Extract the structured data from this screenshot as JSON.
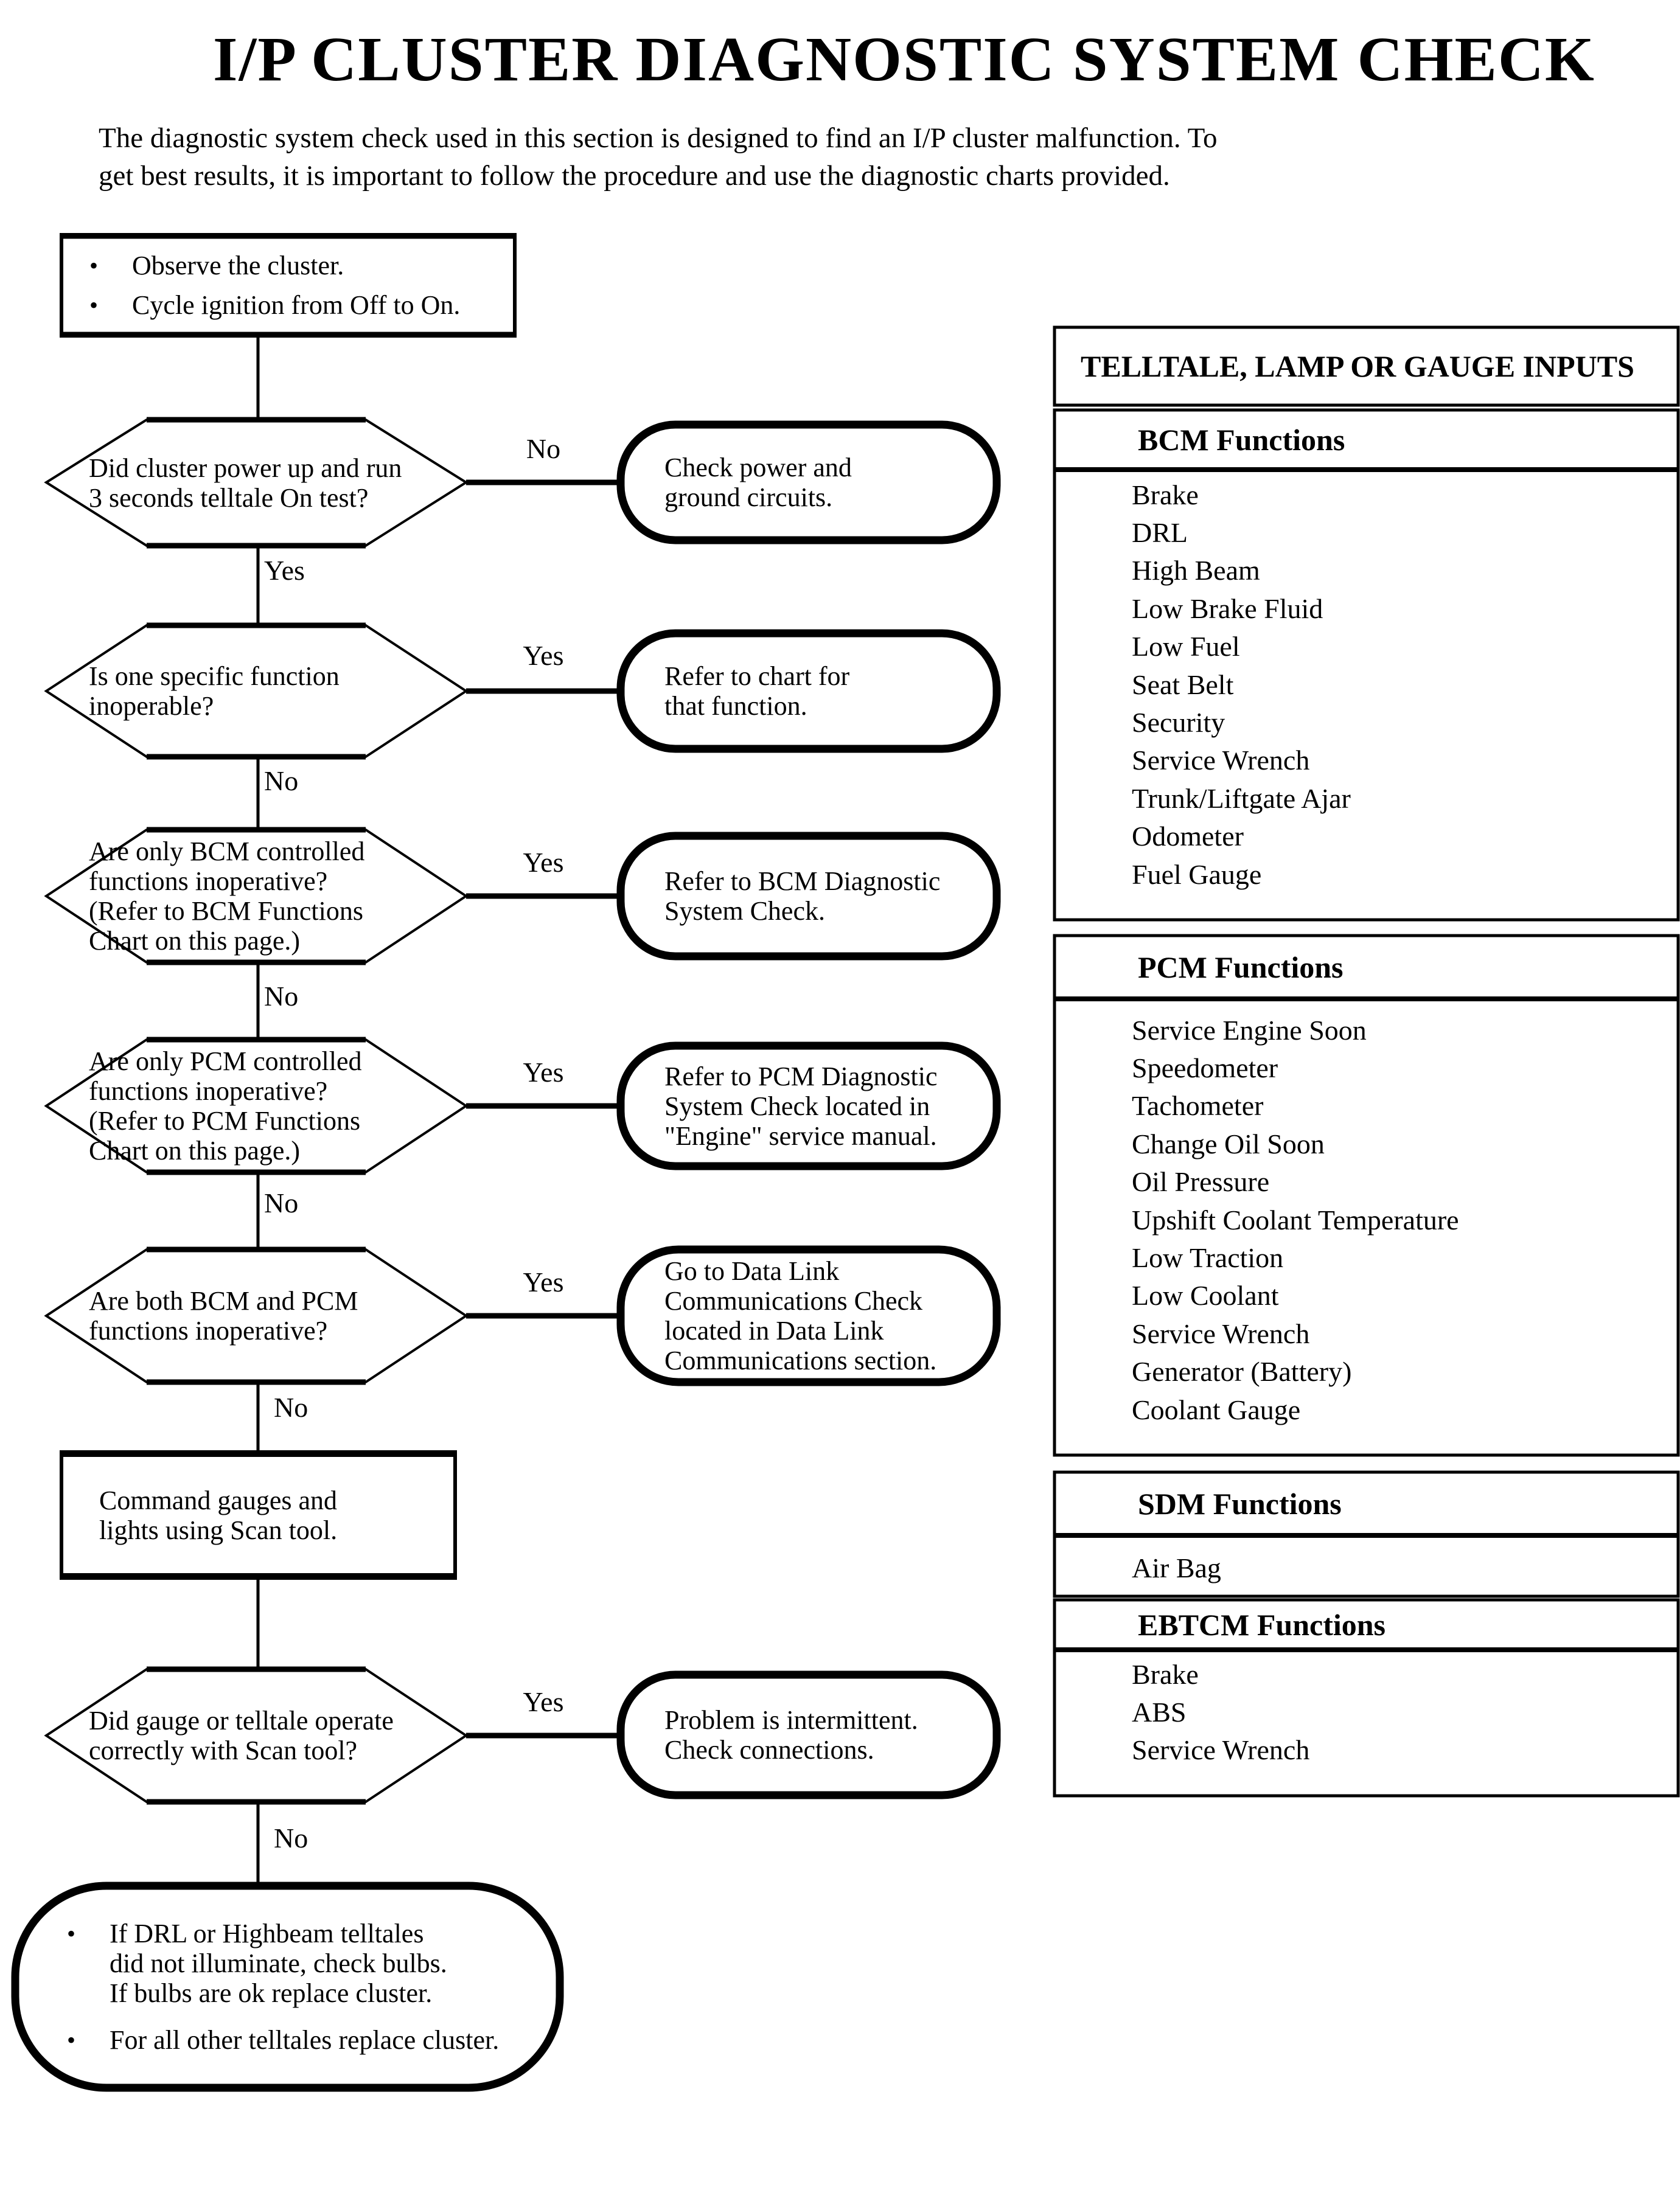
{
  "title": "I/P CLUSTER DIAGNOSTIC SYSTEM CHECK",
  "intro": {
    "line1": "The diagnostic system check used in this section is designed to find an I/P cluster malfunction. To",
    "line2": "get best results, it is important to follow the procedure and use the diagnostic charts provided."
  },
  "flow": {
    "start": {
      "bullet1": "Observe the cluster.",
      "bullet2": "Cycle ignition from Off to On."
    },
    "d1": {
      "question": "Did cluster power up and run\n3 seconds telltale On test?",
      "side_label": "No",
      "down_label": "Yes",
      "action": "Check power and\nground circuits."
    },
    "d2": {
      "question": "Is one specific function\ninoperable?",
      "side_label": "Yes",
      "down_label": "No",
      "action": "Refer to chart for\nthat function."
    },
    "d3": {
      "question": "Are only BCM controlled\nfunctions inoperative?\n(Refer to BCM Functions\nChart on this page.)",
      "side_label": "Yes",
      "down_label": "No",
      "action": "Refer to BCM Diagnostic\nSystem Check."
    },
    "d4": {
      "question": "Are only PCM controlled\nfunctions inoperative?\n(Refer to PCM Functions\nChart on this page.)",
      "side_label": "Yes",
      "down_label": "No",
      "action": "Refer to PCM Diagnostic\nSystem Check located in\n\"Engine\" service manual."
    },
    "d5": {
      "question": "Are both BCM and PCM\nfunctions inoperative?",
      "side_label": "Yes",
      "down_label": "No",
      "action": "Go to Data Link\nCommunications Check\nlocated in Data Link\nCommunications section."
    },
    "command": "Command gauges and\nlights using Scan tool.",
    "d6": {
      "question": "Did gauge or telltale operate\ncorrectly with Scan tool?",
      "side_label": "Yes",
      "down_label": "No",
      "action": "Problem is intermittent.\nCheck connections."
    },
    "final": {
      "bullet1": "If DRL or Highbeam telltales\ndid not illuminate, check bulbs.\nIf bulbs are ok replace cluster.",
      "bullet2": "For all other telltales replace cluster."
    }
  },
  "table": {
    "title": "TELLTALE, LAMP OR GAUGE INPUTS",
    "sections": [
      {
        "header": "BCM Functions",
        "items": [
          "Brake",
          "DRL",
          "High Beam",
          "Low Brake Fluid",
          "Low Fuel",
          "Seat Belt",
          "Security",
          "Service Wrench",
          "Trunk/Liftgate Ajar",
          "Odometer",
          "Fuel Gauge"
        ]
      },
      {
        "header": "PCM Functions",
        "items": [
          "Service Engine Soon",
          "Speedometer",
          "Tachometer",
          "Change Oil Soon",
          "Oil Pressure",
          "Upshift Coolant Temperature",
          "Low Traction",
          "Low Coolant",
          "Service Wrench",
          "Generator (Battery)",
          "Coolant Gauge"
        ]
      },
      {
        "header": "SDM Functions",
        "items": [
          "Air Bag"
        ]
      },
      {
        "header": "EBTCM Functions",
        "items": [
          "Brake",
          "ABS",
          "Service Wrench"
        ]
      }
    ]
  }
}
